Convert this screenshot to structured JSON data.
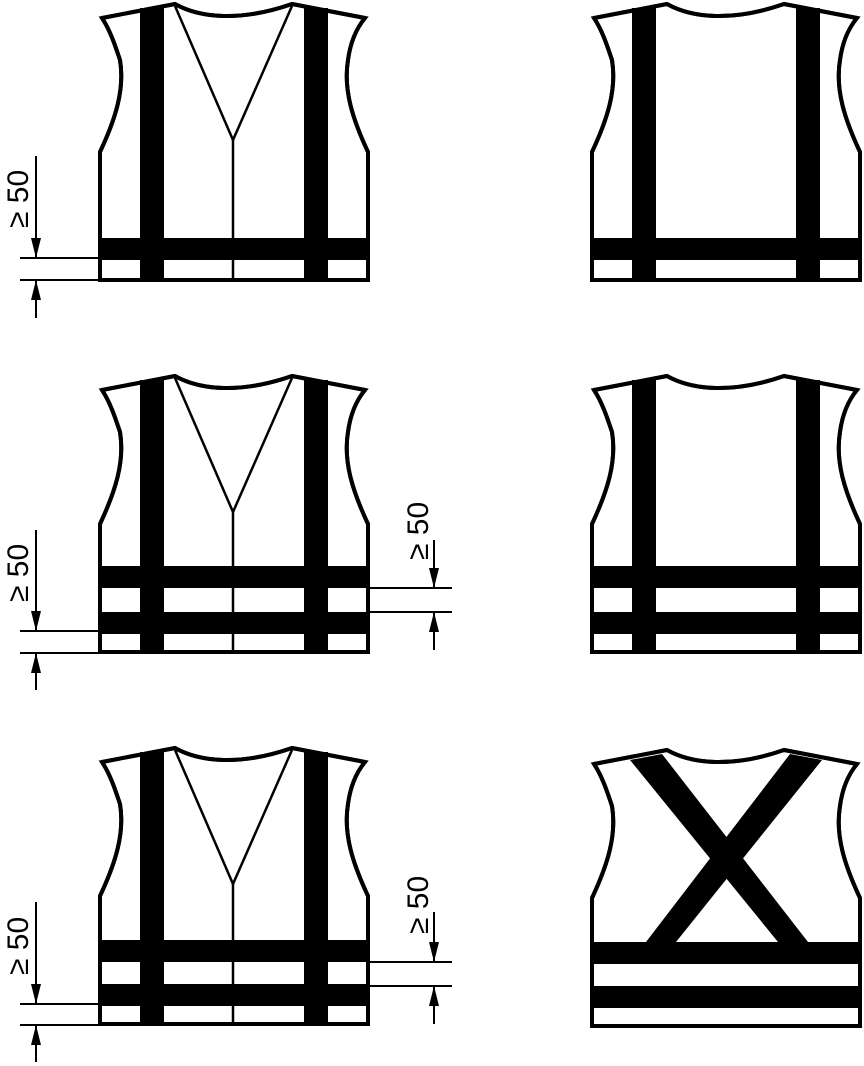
{
  "figure": {
    "dimension_label": "≥ 50",
    "vests": [
      {
        "id": "front-1",
        "view": "front",
        "bands": 1,
        "dimension_label_count": 1
      },
      {
        "id": "back-1",
        "view": "back",
        "bands": 1,
        "dimension_label_count": 0
      },
      {
        "id": "front-2",
        "view": "front",
        "bands": 2,
        "dimension_label_count": 2
      },
      {
        "id": "back-2",
        "view": "back",
        "bands": 2,
        "dimension_label_count": 0
      },
      {
        "id": "front-3",
        "view": "front",
        "bands": 2,
        "dimension_label_count": 2
      },
      {
        "id": "back-3",
        "view": "back",
        "bands": 2,
        "braces": "cross",
        "dimension_label_count": 0
      }
    ]
  }
}
